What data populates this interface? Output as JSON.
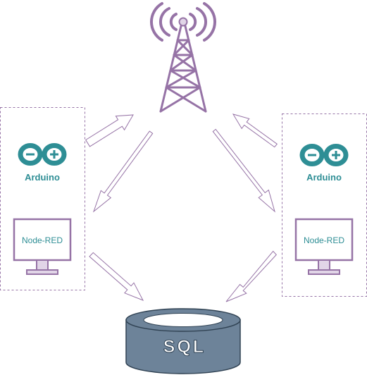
{
  "left_node": {
    "platform_label": "Arduino",
    "monitor_label": "Node-RED"
  },
  "right_node": {
    "platform_label": "Arduino",
    "monitor_label": "Node-RED"
  },
  "database": {
    "label": "SQL"
  },
  "colors": {
    "purple": "#9673a6",
    "purple_fill": "#e1d5e7",
    "teal": "#2e8e95",
    "db_fill": "#6d8399",
    "db_stroke": "#314354"
  },
  "icons": {
    "tower": "radio-tower-icon",
    "arduino": "arduino-logo-icon",
    "monitor": "monitor-icon",
    "database": "database-cylinder-icon"
  }
}
